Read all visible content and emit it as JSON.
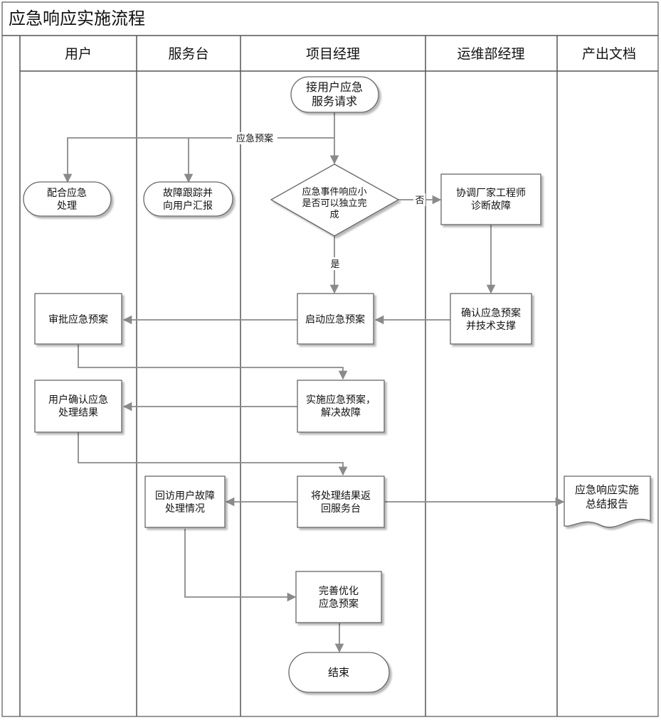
{
  "title": "应急响应实施流程",
  "lanes": [
    "用户",
    "服务台",
    "项目经理",
    "运维部经理",
    "产出文档"
  ],
  "nodes": {
    "start": [
      "接用户应急",
      "服务请求"
    ],
    "user_assist": [
      "配合应急",
      "处理"
    ],
    "desk_track": [
      "故障跟踪并",
      "向用户汇报"
    ],
    "decision": [
      "应急事件响应小",
      "是否可以独立完",
      "成"
    ],
    "coordinate": [
      "协调厂家工程师",
      "诊断故障"
    ],
    "confirm_plan": [
      "确认应急预案",
      "并技术支撑"
    ],
    "start_plan": [
      "启动应急预案"
    ],
    "approve_plan": [
      "审批应急预案"
    ],
    "implement": [
      "实施应急预案，",
      "解决故障"
    ],
    "user_confirm": [
      "用户确认应急",
      "处理结果"
    ],
    "return_result": [
      "将处理结果返",
      "回服务台"
    ],
    "revisit": [
      "回访用户故障",
      "处理情况"
    ],
    "improve": [
      "完善优化",
      "应急预案"
    ],
    "end": [
      "结束"
    ],
    "report": [
      "应急响应实施",
      "总结报告"
    ]
  },
  "edge_labels": {
    "plan": "应急预案",
    "no": "否",
    "yes": "是"
  }
}
